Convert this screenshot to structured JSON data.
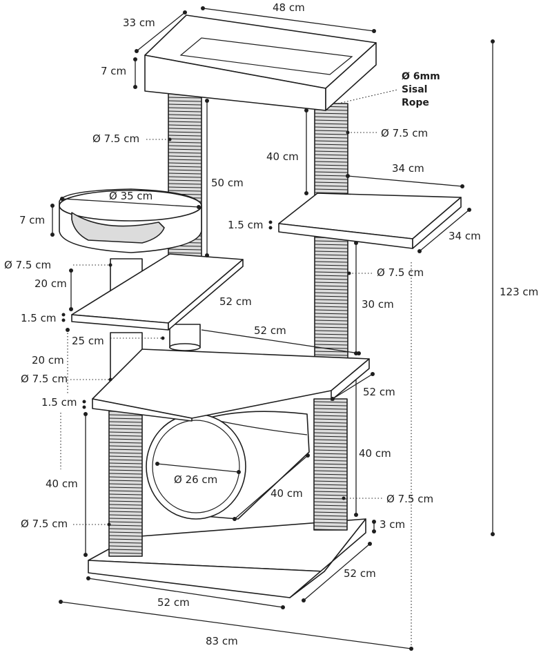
{
  "labels": {
    "top_width": "48 cm",
    "top_depth": "33 cm",
    "top_height": "7 cm",
    "sisal_diameter": "Ø 6mm",
    "sisal_word1": "Sisal",
    "sisal_word2": "Rope",
    "post_left_top": "Ø 7.5 cm",
    "post_right_top": "Ø 7.5 cm",
    "post_right_top_h": "40 cm",
    "post_left_long_h": "50 cm",
    "bed_diameter": "Ø 35 cm",
    "bed_height": "7 cm",
    "right_plat_width": "34 cm",
    "right_plat_depth": "34 cm",
    "right_plat_thick": "1.5 cm",
    "post_mid_left": "Ø 7.5 cm",
    "post_mid_left_h": "20 cm",
    "small_plat_thick": "1.5 cm",
    "small_plat_depth": "52 cm",
    "small_plat_width": "25 cm",
    "post_right_mid": "Ø 7.5 cm",
    "post_right_mid_h": "30 cm",
    "lower_plat_width": "52 cm",
    "post_low_left_h": "20 cm",
    "post_low_left": "Ø 7.5 cm",
    "lower_plat_thick": "1.5 cm",
    "lower_plat_depth": "52 cm",
    "right_lower_post_h": "40 cm",
    "tunnel_diameter": "Ø 26 cm",
    "tunnel_length": "40 cm",
    "post_right_bottom": "Ø 7.5 cm",
    "post_left_bottom_h": "40 cm",
    "post_left_bottom": "Ø 7.5 cm",
    "base_thick": "3 cm",
    "base_depth": "52 cm",
    "base_width": "52 cm",
    "total_height": "123 cm",
    "total_width": "83 cm"
  }
}
